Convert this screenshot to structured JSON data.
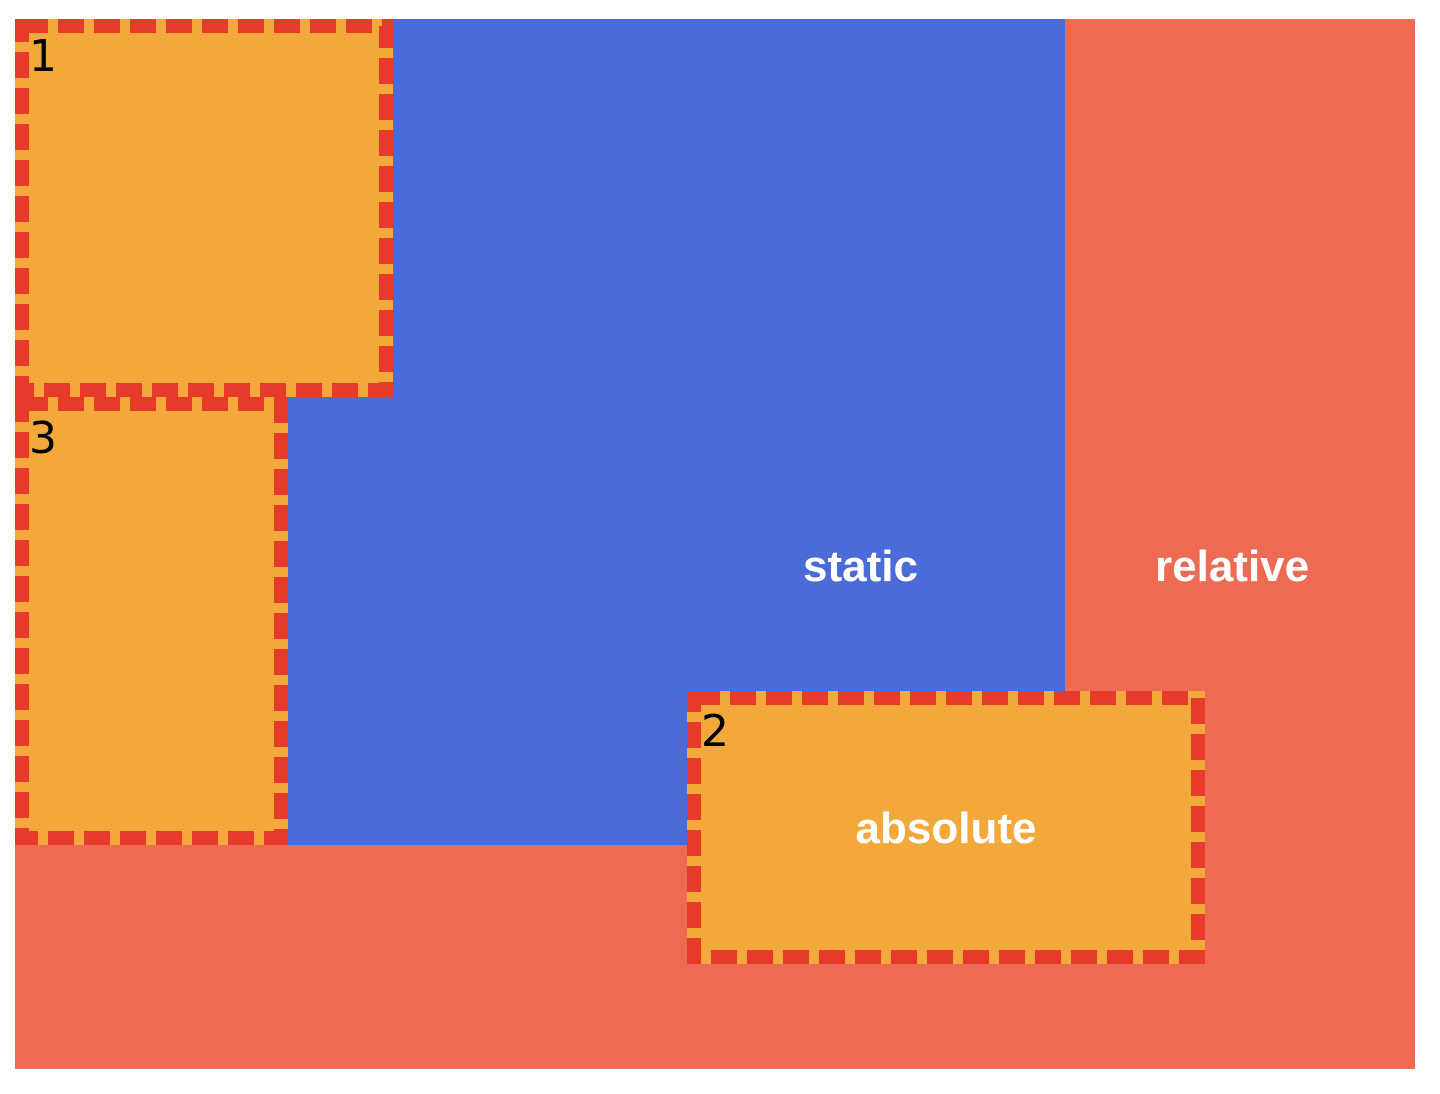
{
  "containers": {
    "relative": {
      "label": "relative",
      "color": "#ec6b52"
    },
    "static": {
      "label": "static",
      "color": "#4b6bd9"
    }
  },
  "boxes": [
    {
      "number": "1",
      "label": ""
    },
    {
      "number": "2",
      "label": "absolute"
    },
    {
      "number": "3",
      "label": ""
    }
  ],
  "colors": {
    "box_fill": "#f2a83b",
    "dashed_border": "#e83a2a",
    "label_text": "#ffffff",
    "number_text": "#000000"
  }
}
